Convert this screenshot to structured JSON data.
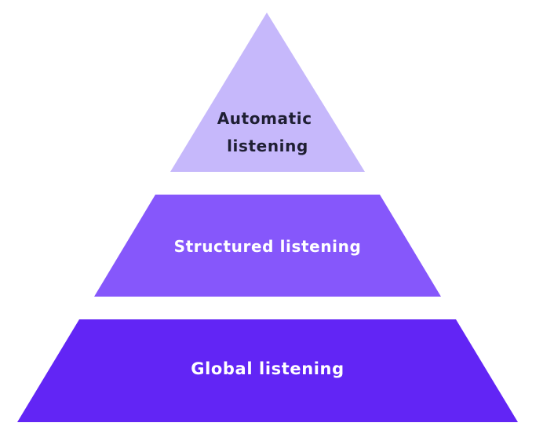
{
  "diagram": {
    "tiers": [
      {
        "key": "top",
        "lines": [
          "Automatic",
          "listening"
        ],
        "fill": "#c6b8fb",
        "text_color": "#1f1f33"
      },
      {
        "key": "middle",
        "lines": [
          "Structured listening"
        ],
        "fill": "#8657fb",
        "text_color": "#ffffff"
      },
      {
        "key": "bottom",
        "lines": [
          "Global listening"
        ],
        "fill": "#6225f5",
        "text_color": "#ffffff"
      }
    ]
  }
}
